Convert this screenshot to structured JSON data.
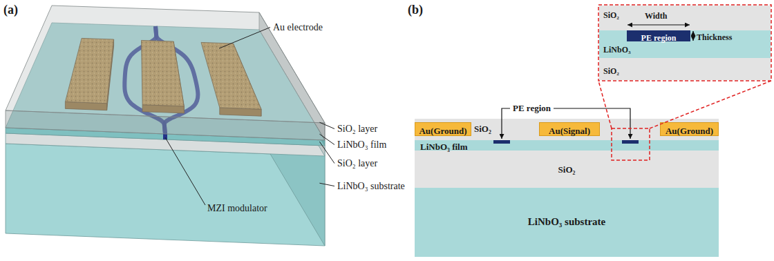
{
  "diagram": {
    "nodes": [
      {
        "text": [
          "SiO₂"
        ]
      },
      {
        "text": [
          "LiNbO₃"
        ]
      },
      {
        "text": [
          "PE region"
        ],
        "in": 1
      },
      {
        "text": [
          "SiO₂"
        ]
      },
      {
        "text": [
          "SiO₂"
        ]
      },
      {
        "text": [
          "Au(Ground)"
        ],
        "in": 4
      },
      {
        "text": [
          "Au(Signal)"
        ],
        "in": 4
      },
      {
        "text": [
          "Au(Ground)"
        ],
        "in": 4
      },
      {
        "text": [
          "LiNbO₃ film"
        ]
      },
      {
        "text": [
          "SiO₂"
        ]
      },
      {
        "text": [
          "LiNbO₃ substrate"
        ]
      }
    ],
    "labels": [
      "(a)",
      "Au electrode",
      "SiO₂ layer",
      "LiNbO₃ film",
      "SiO₂ layer",
      "LiNbO₃ substrate",
      "MZI modulator",
      "(b)",
      "PE region",
      "Width",
      "Thickness"
    ]
  }
}
